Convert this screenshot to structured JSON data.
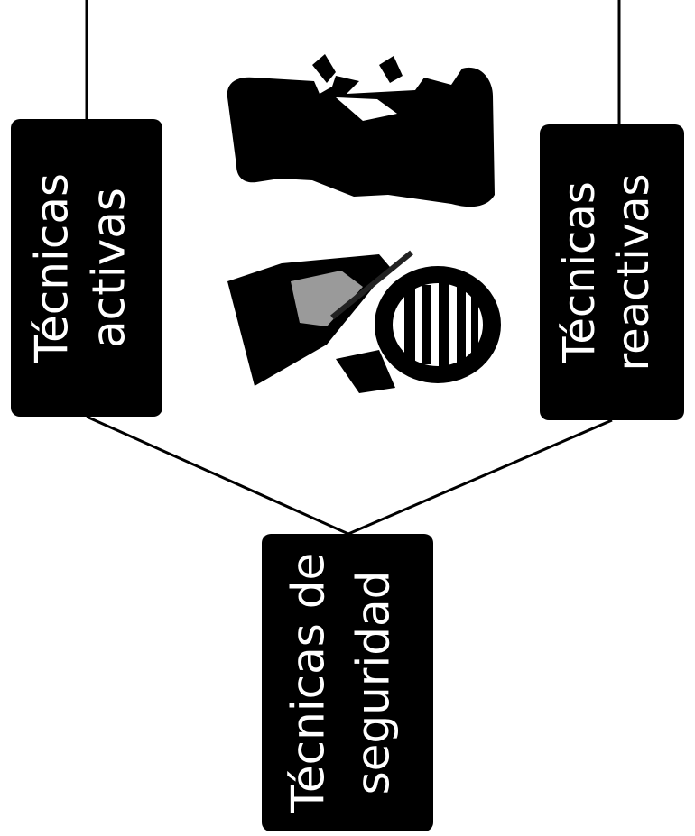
{
  "nodes": {
    "active": {
      "line1": "Técnicas",
      "line2": "activas"
    },
    "reactive": {
      "line1": "Técnicas",
      "line2": "reactivas"
    },
    "root": {
      "line1": "Técnicas de",
      "line2": "seguridad"
    }
  },
  "colors": {
    "box_fill": "#000000",
    "text": "#ffffff",
    "connector": "#000000",
    "background": "#ffffff"
  },
  "icons": {
    "left": "padlock-shield-icon",
    "right": "hand-stop-icon"
  }
}
